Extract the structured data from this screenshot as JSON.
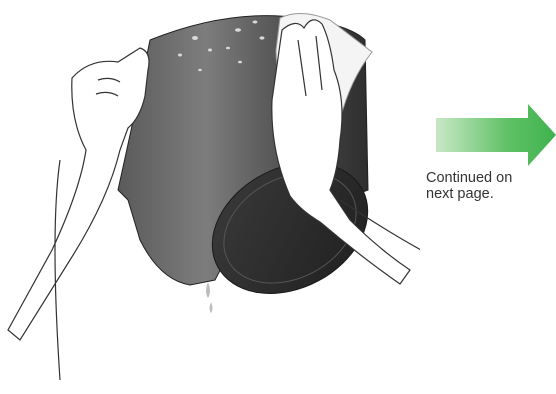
{
  "illustration": {
    "subject": "two-hands-wiping-wet-speaker-with-cloth",
    "speaker_color": "#4a4a4a",
    "cloth_color": "#f4f4f4"
  },
  "arrow": {
    "icon": "right-arrow-icon",
    "color": "#3fb24f"
  },
  "caption": {
    "line1": "Continued on",
    "line2": "next page."
  }
}
